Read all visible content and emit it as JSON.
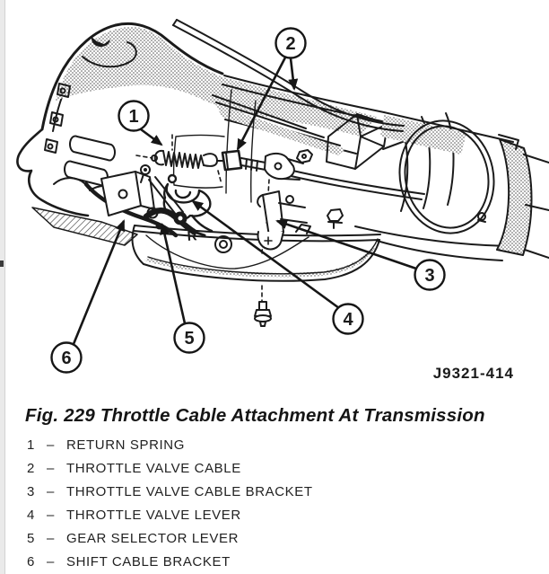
{
  "page": {
    "bg_color": "#ffffff",
    "edge_strip_color": "#eaeaea",
    "ink_color": "#1b1b1b"
  },
  "figure": {
    "caption": "Fig. 229 Throttle Cable Attachment At Transmission",
    "drawing_id": "J9321-414",
    "pan_marking": "R",
    "legend_separator": "–",
    "callouts": [
      {
        "num": "1"
      },
      {
        "num": "2"
      },
      {
        "num": "3"
      },
      {
        "num": "4"
      },
      {
        "num": "5"
      },
      {
        "num": "6"
      }
    ],
    "legend": [
      {
        "num": "1",
        "label": "RETURN SPRING"
      },
      {
        "num": "2",
        "label": "THROTTLE VALVE CABLE"
      },
      {
        "num": "3",
        "label": "THROTTLE VALVE CABLE BRACKET"
      },
      {
        "num": "4",
        "label": "THROTTLE VALVE LEVER"
      },
      {
        "num": "5",
        "label": "GEAR SELECTOR LEVER"
      },
      {
        "num": "6",
        "label": "SHIFT CABLE BRACKET"
      }
    ]
  }
}
